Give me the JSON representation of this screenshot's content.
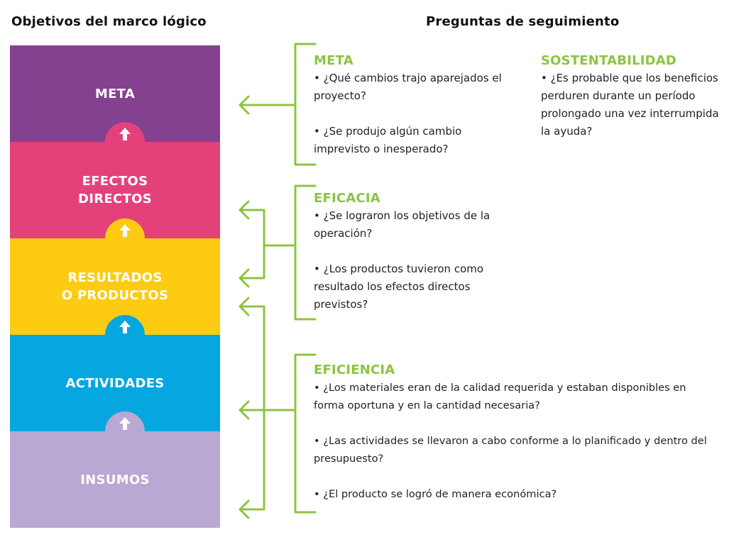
{
  "titles": {
    "left": "Objetivos del marco lógico",
    "right": "Preguntas de seguimiento"
  },
  "blocks": [
    {
      "lines": [
        "META"
      ],
      "color": "#84418f"
    },
    {
      "lines": [
        "EFECTOS",
        "DIRECTOS"
      ],
      "color": "#e4417a"
    },
    {
      "lines": [
        "RESULTADOS",
        "O PRODUCTOS"
      ],
      "color": "#fccb12"
    },
    {
      "lines": [
        "ACTIVIDADES"
      ],
      "color": "#06a7e0"
    },
    {
      "lines": [
        "INSUMOS"
      ],
      "color": "#b9a8d3"
    }
  ],
  "accent_color": "#8cc43f",
  "sections": {
    "meta": {
      "heading": "META",
      "questions": [
        [
          "• ¿Qué cambios trajo aparejados el",
          "proyecto?"
        ],
        [
          "• ¿Se produjo algún cambio",
          "imprevisto o inesperado?"
        ]
      ]
    },
    "sostenibilidad": {
      "heading": "SOSTENTABILIDAD",
      "questions": [
        [
          "• ¿Es probable que los beneficios",
          "perduren durante un período",
          "prolongado una vez interrumpida",
          "la ayuda?"
        ]
      ]
    },
    "eficacia": {
      "heading": "EFICACIA",
      "questions": [
        [
          "• ¿Se lograron los objetivos de la",
          "operación?"
        ],
        [
          "• ¿Los productos tuvieron como",
          "resultado los efectos directos",
          "previstos?"
        ]
      ]
    },
    "eficiencia": {
      "heading": "EFICIENCIA",
      "questions": [
        [
          "• ¿Los materiales eran de la calidad requerida y estaban disponibles en",
          "forma oportuna y en la cantidad necesaria?"
        ],
        [
          "• ¿Las actividades se llevaron a cabo conforme a lo planificado y dentro del",
          "presupuesto?"
        ],
        [
          "• ¿El producto se logró de manera económica?"
        ]
      ]
    }
  }
}
